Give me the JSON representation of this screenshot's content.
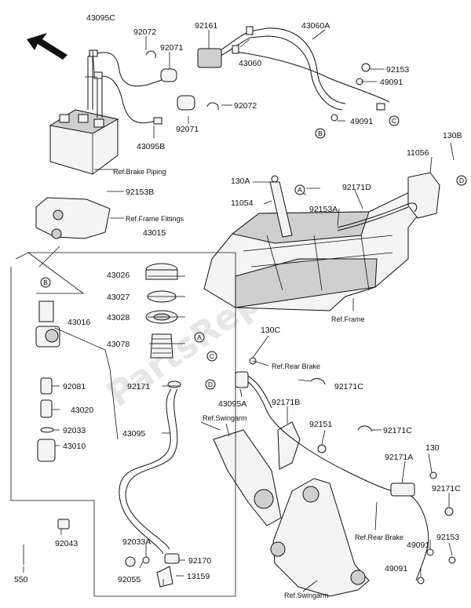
{
  "diagram": {
    "watermark": "PartsRepublik",
    "direction_arrow": "arrow-front-left",
    "part_labels": [
      "43095C",
      "92072",
      "92071",
      "92161",
      "43060A",
      "43060",
      "92153",
      "49091",
      "49091",
      "92072",
      "92071",
      "43095B",
      "130B",
      "11056",
      "130A",
      "11054",
      "92171D",
      "92153A",
      "92153B",
      "43015",
      "43026",
      "43027",
      "43028",
      "43016",
      "43078",
      "92171",
      "92081",
      "43020",
      "92033",
      "43010",
      "43095",
      "130C",
      "92171C",
      "43095A",
      "92171B",
      "92151",
      "92171C",
      "92171A",
      "130",
      "92171C",
      "92153",
      "49091",
      "49091",
      "92043",
      "550",
      "92033A",
      "92170",
      "92055",
      "13159"
    ],
    "reference_labels": [
      "Ref.Brake Piping",
      "Ref.Frame Fittings",
      "Ref.Frame",
      "Ref.Rear Brake",
      "Ref.Swingarm",
      "Ref.Rear Brake",
      "Ref.Swingarm"
    ],
    "circle_markers": [
      "A",
      "A",
      "B",
      "B",
      "C",
      "C",
      "D",
      "D"
    ]
  }
}
